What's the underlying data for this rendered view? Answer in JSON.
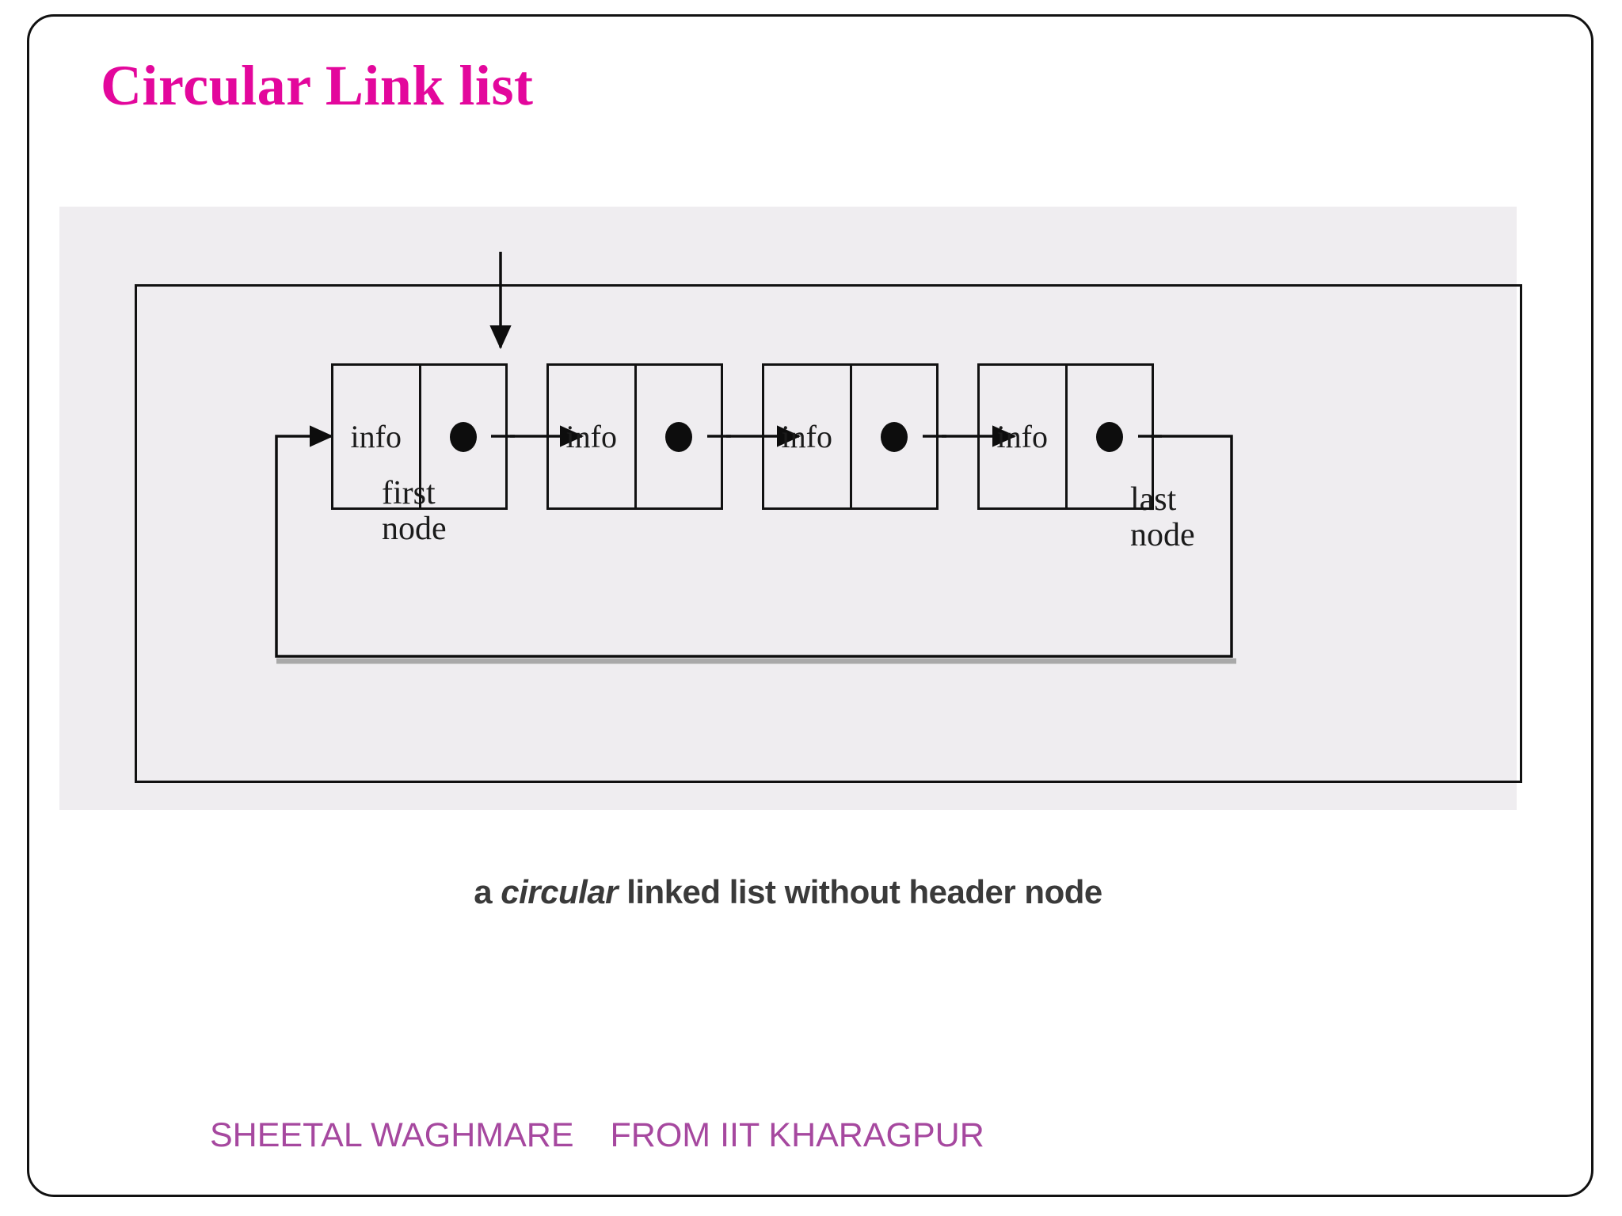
{
  "slide": {
    "title": "Circular Link list",
    "accent_color": "#E3079C",
    "footer_color": "#A6489F"
  },
  "figure": {
    "caption_prefix": "a ",
    "caption_emphasis": "circular",
    "caption_suffix": " linked list without header node",
    "caption_full": "a circular linked list without header node",
    "background_color": "#efedf0",
    "labels": {
      "first_node": "first\nnode",
      "last_node": "last\nnode"
    },
    "nodes": [
      {
        "info": "info",
        "pointer": "pointer-dot"
      },
      {
        "info": "info",
        "pointer": "pointer-dot"
      },
      {
        "info": "info",
        "pointer": "pointer-dot"
      },
      {
        "info": "info",
        "pointer": "pointer-dot"
      }
    ],
    "node_count": 4,
    "structure": "circular-singly-linked-list-without-header"
  },
  "footer": {
    "author": "SHEETAL WAGHMARE",
    "affiliation": "FROM IIT KHARAGPUR"
  }
}
